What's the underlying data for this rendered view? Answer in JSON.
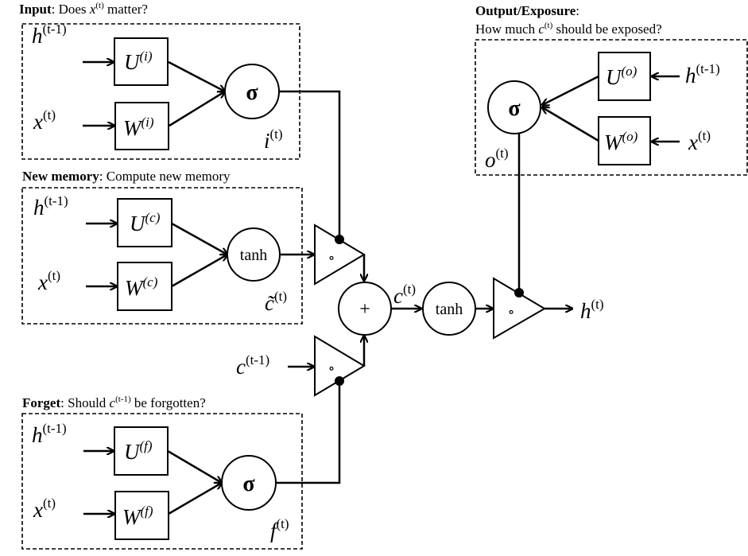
{
  "sections": {
    "input": {
      "title_bold": "Input",
      "title_rest": ": Does ",
      "title_var": "x",
      "title_sup": "(t)",
      "title_end": " matter?"
    },
    "new_memory": {
      "title_bold": "New memory",
      "title_rest": ": Compute new memory"
    },
    "forget": {
      "title_bold": "Forget",
      "title_rest": ": Should ",
      "title_var": "c",
      "title_sup": "(t-1)",
      "title_end": " be forgotten?"
    },
    "output": {
      "title_bold": "Output/Exposure",
      "title_colon": ":",
      "line2_start": "How much ",
      "line2_var": "c",
      "line2_sup": "(t)",
      "line2_end": " should be exposed?"
    }
  },
  "labels": {
    "h_prev": {
      "base": "h",
      "sup": "(t-1)"
    },
    "x_t": {
      "base": "x",
      "sup": "(t)"
    },
    "c_prev": {
      "base": "c",
      "sup": "(t-1)"
    },
    "c_t": {
      "base": "c",
      "sup": "(t)"
    },
    "h_t": {
      "base": "h",
      "sup": "(t)"
    },
    "i_t": {
      "base": "i",
      "sup": "(t)"
    },
    "f_t": {
      "base": "f",
      "sup": "(t)"
    },
    "o_t": {
      "base": "o",
      "sup": "(t)"
    },
    "c_tilde": {
      "base": "c̃",
      "sup": "(t)"
    }
  },
  "weights": {
    "U_i": {
      "base": "U",
      "sup": "(i)"
    },
    "W_i": {
      "base": "W",
      "sup": "(i)"
    },
    "U_c": {
      "base": "U",
      "sup": "(c)"
    },
    "W_c": {
      "base": "W",
      "sup": "(c)"
    },
    "U_f": {
      "base": "U",
      "sup": "(f)"
    },
    "W_f": {
      "base": "W",
      "sup": "(f)"
    },
    "U_o": {
      "base": "U",
      "sup": "(o)"
    },
    "W_o": {
      "base": "W",
      "sup": "(o)"
    }
  },
  "ops": {
    "sigma": "σ",
    "tanh": "tanh",
    "plus": "+",
    "hadamard": "∘"
  }
}
